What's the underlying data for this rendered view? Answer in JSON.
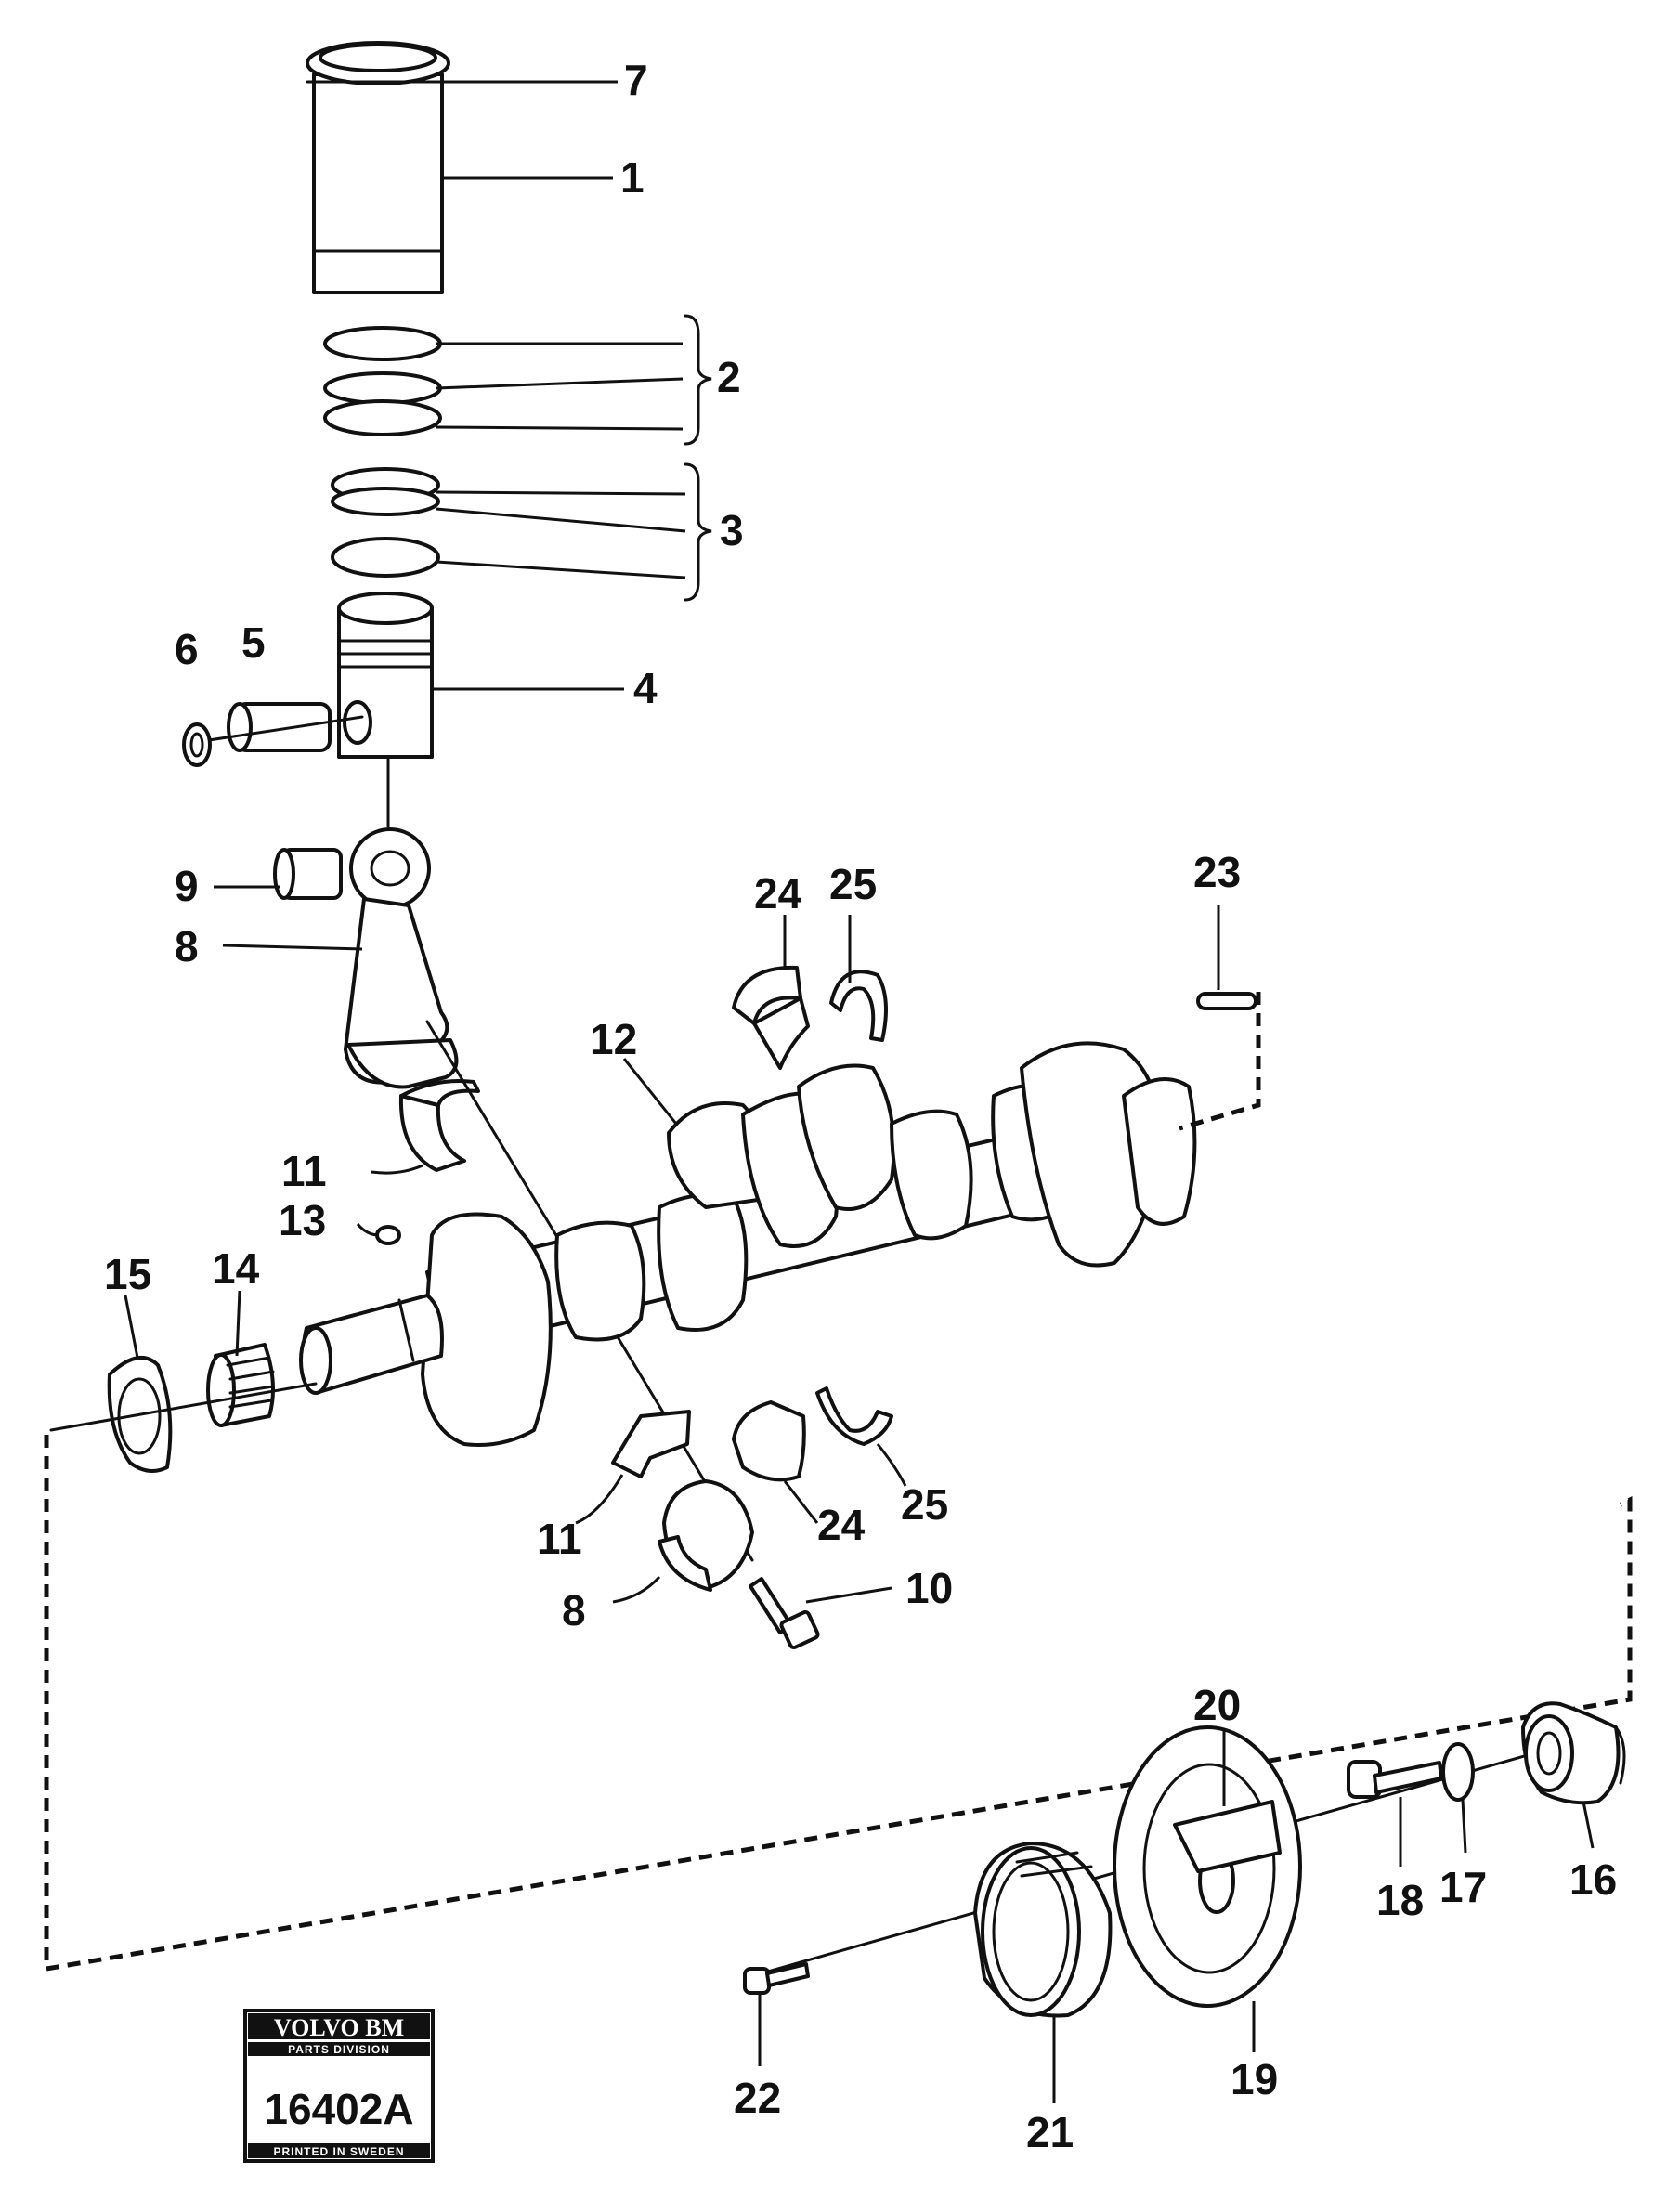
{
  "callouts": {
    "c1": "1",
    "c2": "2",
    "c3": "3",
    "c4": "4",
    "c5": "5",
    "c6": "6",
    "c7": "7",
    "c8a": "8",
    "c8b": "8",
    "c9": "9",
    "c10": "10",
    "c11a": "11",
    "c11b": "11",
    "c12": "12",
    "c13": "13",
    "c14": "14",
    "c15": "15",
    "c16": "16",
    "c17": "17",
    "c18": "18",
    "c19": "19",
    "c20": "20",
    "c21": "21",
    "c22": "22",
    "c23": "23",
    "c24a": "24",
    "c24b": "24",
    "c25a": "25",
    "c25b": "25"
  },
  "stamp": {
    "brand": "VOLVO BM",
    "division": "PARTS DIVISION",
    "number": "16402A",
    "printed": "PRINTED IN SWEDEN"
  }
}
